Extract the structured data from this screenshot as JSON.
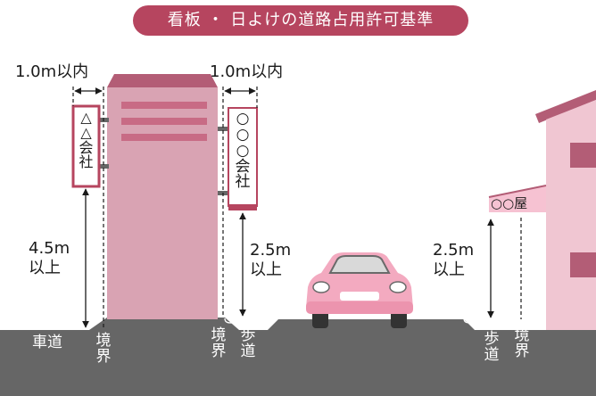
{
  "title": "看板 ・ 日よけの道路占用許可基準",
  "signs": {
    "left_sign": "△△会社",
    "right_sign": "○○○会社",
    "awning": "○○屋"
  },
  "dimensions": {
    "left_projection": "1.0m以内",
    "right_projection": "1.0m以内",
    "left_height": "4.5m\n以上",
    "right_height": "2.5m\n以上",
    "awning_height": "2.5m\n以上"
  },
  "ground_labels": {
    "road": "車道",
    "boundary_left": "境界",
    "boundary_mid": "境界",
    "sidewalk_mid": "歩道",
    "sidewalk_right": "歩道",
    "boundary_right": "境界"
  },
  "colors": {
    "brand": "#b6455f",
    "building_body": "#d9a3b3",
    "building_roof": "#b35d76",
    "ground": "#666666",
    "house_wall": "#f0c6d2",
    "car": "#f3aac0"
  }
}
